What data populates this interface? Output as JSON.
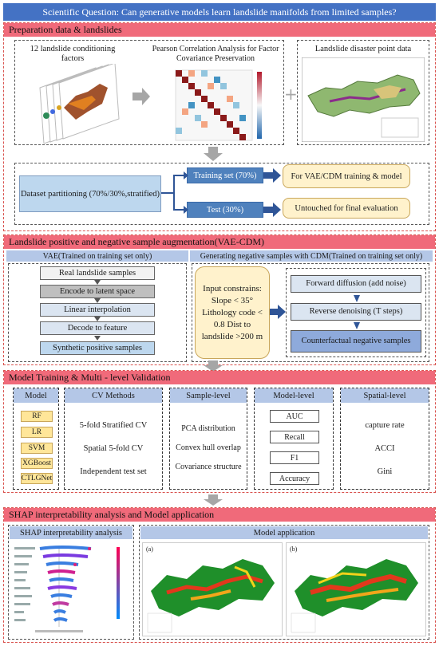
{
  "header": {
    "title": "Scientific Question: Can generative models learn landslide manifolds from limited samples?"
  },
  "s1": {
    "title": "Preparation data & landslides",
    "factors_label": "12 landslide conditioning factors",
    "pearson_label": "Pearson Correlation Analysis for Factor Covariance Preservation",
    "points_label": "Landslide disaster point data",
    "partition": "Dataset partitioning (70%/30%,stratified)",
    "train": "Training set (70%)",
    "test": "Test (30%)",
    "train_use": "For VAE/CDM training & model",
    "test_use": "Untouched for final evaluation"
  },
  "s2": {
    "title": "Landslide positive and negative sample augmentation(VAE-CDM)",
    "vae_head": "VAE(Trained on training set only)",
    "cdm_head": "Generating negative samples with CDM(Trained on training set only)",
    "vae_steps": [
      "Real landslide samples",
      "Encode to latent space",
      "Linear interpolation",
      "Decode to feature",
      "Synthetic positive samples"
    ],
    "constraints": "Input constrains: Slope < 35° Lithology code < 0.8 Dist to landslide >200 m",
    "cdm_steps": [
      "Forward diffusion (add noise)",
      "Reverse denoising  (T steps)",
      "Counterfactual negative samples"
    ]
  },
  "s3": {
    "title": "Model Training & Multi - level Validation",
    "model_head": "Model",
    "models": [
      "RF",
      "LR",
      "SVM",
      "XGBoost",
      "CTLGNet"
    ],
    "cv_head": "CV Methods",
    "cv": [
      "5-fold Stratified CV",
      "Spatial 5-fold CV",
      "Independent test set"
    ],
    "sample_head": "Sample-level",
    "sample": [
      "PCA distribution",
      "Convex hull overlap",
      "Covariance structure"
    ],
    "modellevel_head": "Model-level",
    "modellevel": [
      "AUC",
      "Recall",
      "F1",
      "Accuracy"
    ],
    "spatial_head": "Spatial-level",
    "spatial": [
      "capture rate",
      "ACCI",
      "Gini"
    ]
  },
  "s4": {
    "title": "SHAP interpretability analysis and Model application",
    "shap_head": "SHAP interpretability analysis",
    "app_head": "Model application",
    "map_a": "(a)",
    "map_b": "(b)"
  },
  "colors": {
    "accent_blue": "#4472c4",
    "section_red": "#f06a7a",
    "light_blue": "#bdd7ee",
    "yellow": "#fff2cc"
  }
}
